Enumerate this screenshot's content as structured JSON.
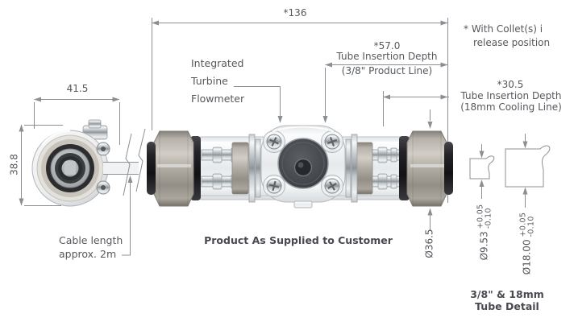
{
  "note": {
    "line1": "* With Collet(s) i",
    "line2": "release position"
  },
  "dims": {
    "overall": "*136",
    "insert38": {
      "value": "*57.0",
      "label1": "Tube Insertion Depth",
      "label2": "(3/8\" Product Line)"
    },
    "insert18": {
      "value": "*30.5",
      "label1": "Tube Insertion Depth",
      "label2": "(18mm Cooling Line)"
    },
    "front_width": "41.5",
    "front_height": "38.8",
    "body_diameter": "Ø36.5",
    "tube38": {
      "diameter": "Ø9.53",
      "tol_plus": "+0.05",
      "tol_minus": "-0.10"
    },
    "tube18": {
      "diameter": "Ø18.00",
      "tol_plus": "+0.05",
      "tol_minus": "-0.10"
    }
  },
  "labels": {
    "flowmeter1": "Integrated",
    "flowmeter2": "Turbine",
    "flowmeter3": "Flowmeter",
    "cable1": "Cable length",
    "cable2": "approx. 2m",
    "product_title": "Product As Supplied to Customer",
    "tube_detail1": "3/8\" & 18mm",
    "tube_detail2": "Tube Detail"
  }
}
